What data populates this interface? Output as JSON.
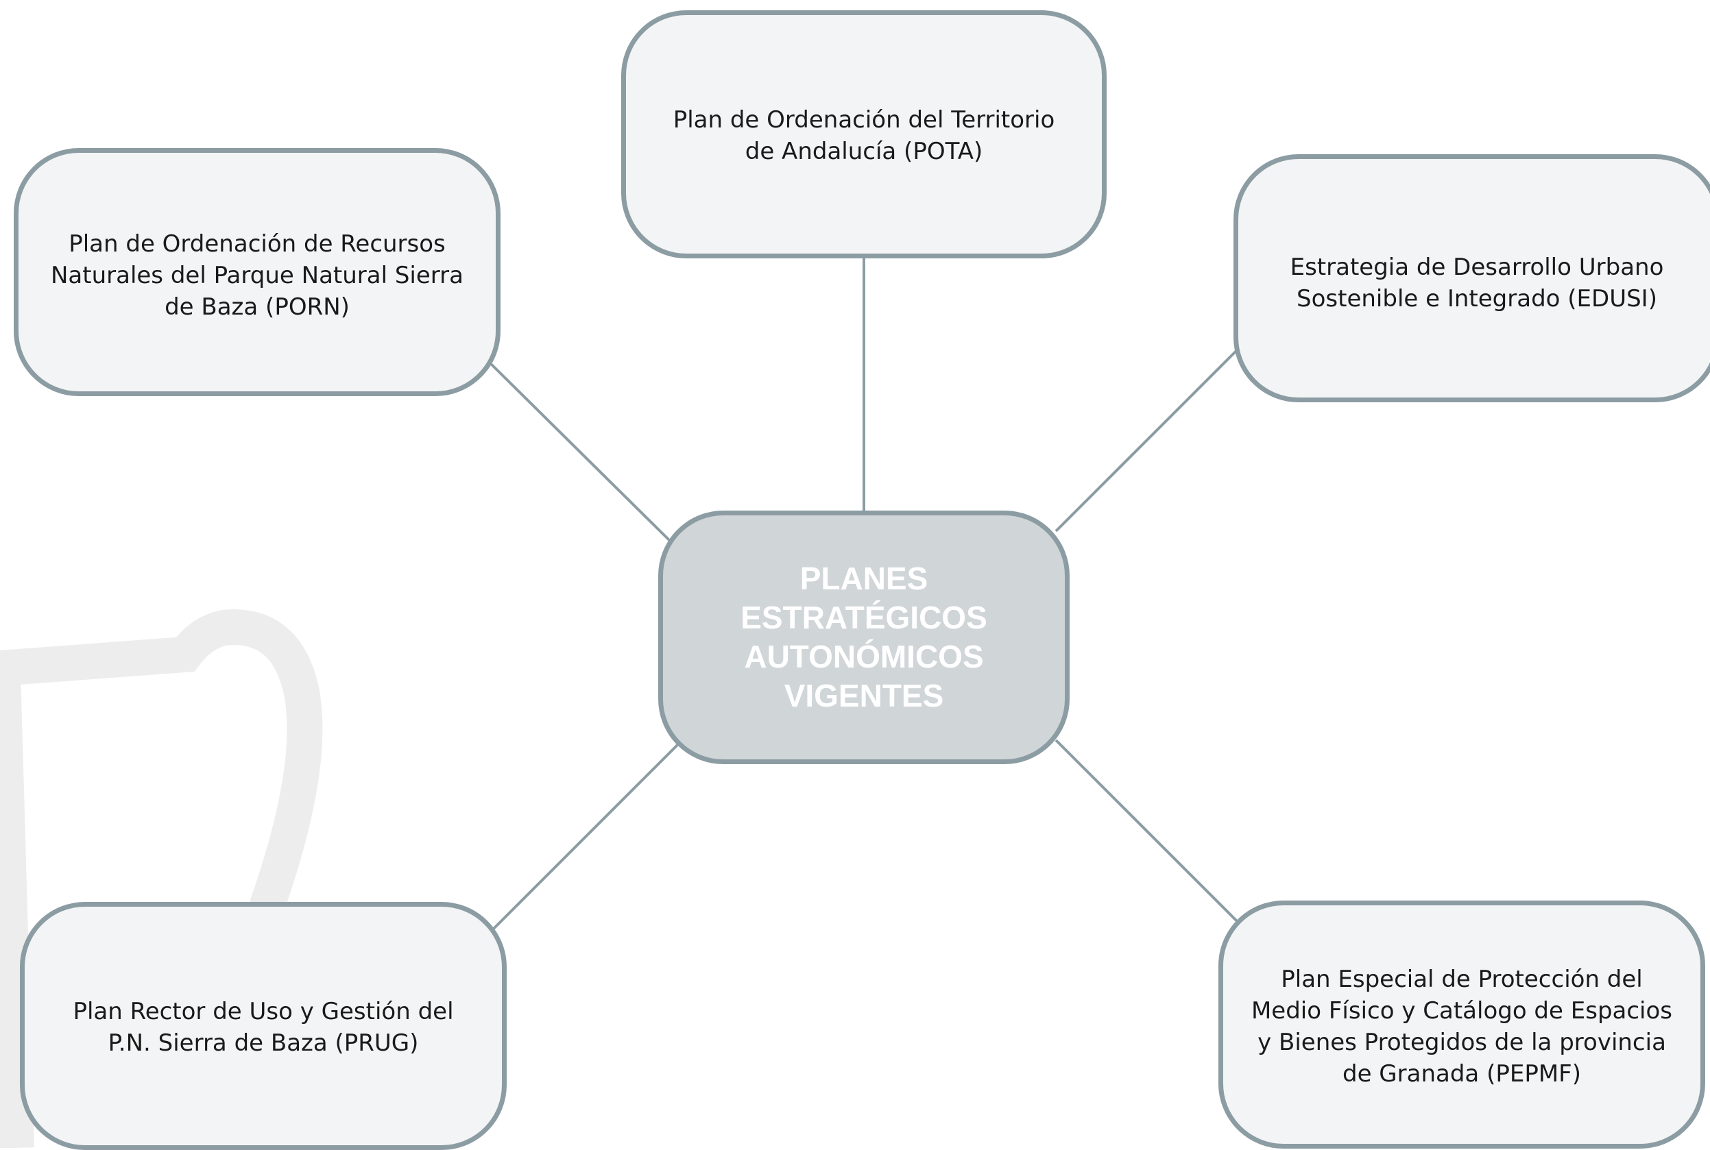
{
  "diagram": {
    "center": {
      "label": "PLANES ESTRATÉGICOS AUTONÓMICOS VIGENTES"
    },
    "nodes": [
      {
        "id": "pota",
        "label": "Plan de Ordenación del Territorio de Andalucía (POTA)"
      },
      {
        "id": "porn",
        "label": "Plan de Ordenación de Recursos Naturales del Parque Natural Sierra de Baza (PORN)"
      },
      {
        "id": "edusi",
        "label": "Estrategia de Desarrollo Urbano Sostenible e Integrado (EDUSI)"
      },
      {
        "id": "prug",
        "label": "Plan Rector de Uso y Gestión del P.N. Sierra de Baza (PRUG)"
      },
      {
        "id": "pepmf",
        "label": "Plan Especial de Protección del Medio Físico y Catálogo de Espacios y Bienes Protegidos de la provincia de Granada (PEPMF)"
      }
    ]
  },
  "colors": {
    "border": "#8c9ca3",
    "node_fill": "#f3f4f5",
    "center_fill": "#d0d5d8",
    "center_text": "#ffffff",
    "node_text": "#1a1a1a",
    "watermark": "#ededed"
  }
}
